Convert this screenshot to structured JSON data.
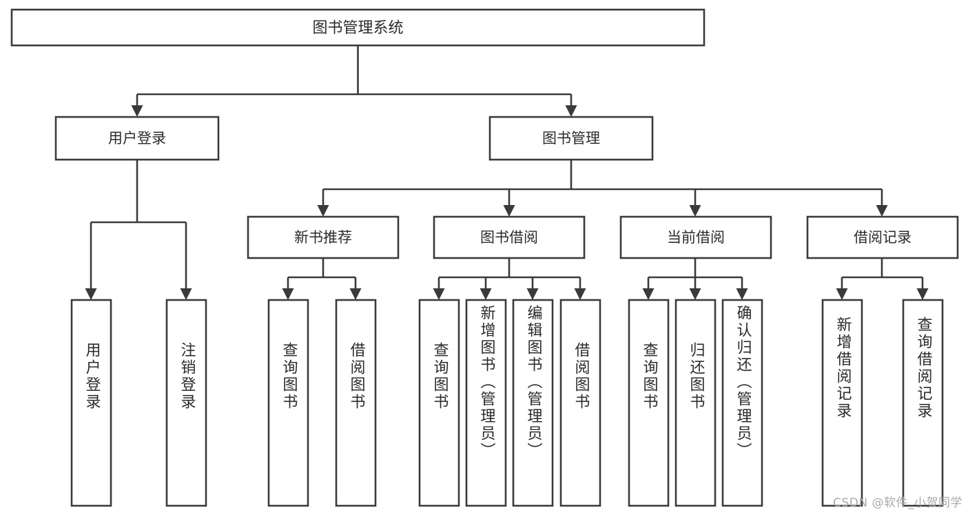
{
  "diagram": {
    "type": "hierarchy-tree",
    "title": "图书管理系统",
    "colors": {
      "stroke": "#3a3a3a",
      "box_fill": "#ffffff",
      "text": "#2b2b2b",
      "background": "#ffffff",
      "watermark": "#a9a9a9"
    },
    "root": {
      "label": "图书管理系统"
    },
    "level2": [
      {
        "label": "用户登录"
      },
      {
        "label": "图书管理"
      }
    ],
    "level3": [
      {
        "label": "新书推荐"
      },
      {
        "label": "图书借阅"
      },
      {
        "label": "当前借阅"
      },
      {
        "label": "借阅记录"
      }
    ],
    "leaves": {
      "user_login": [
        {
          "label": "用户登录"
        },
        {
          "label": "注销登录"
        }
      ],
      "new_book_recommend": [
        {
          "label": "查询图书"
        },
        {
          "label": "借阅图书"
        }
      ],
      "book_borrow": [
        {
          "label": "查询图书"
        },
        {
          "label": "新增图书（管理员）"
        },
        {
          "label": "编辑图书（管理员）"
        },
        {
          "label": "借阅图书"
        }
      ],
      "current_borrow": [
        {
          "label": "查询图书"
        },
        {
          "label": "归还图书"
        },
        {
          "label": "确认归还（管理员）"
        }
      ],
      "borrow_record": [
        {
          "label": "新增借阅记录"
        },
        {
          "label": "查询借阅记录"
        }
      ]
    }
  },
  "watermark": {
    "text": "CSDN @软件_小贺同学"
  }
}
